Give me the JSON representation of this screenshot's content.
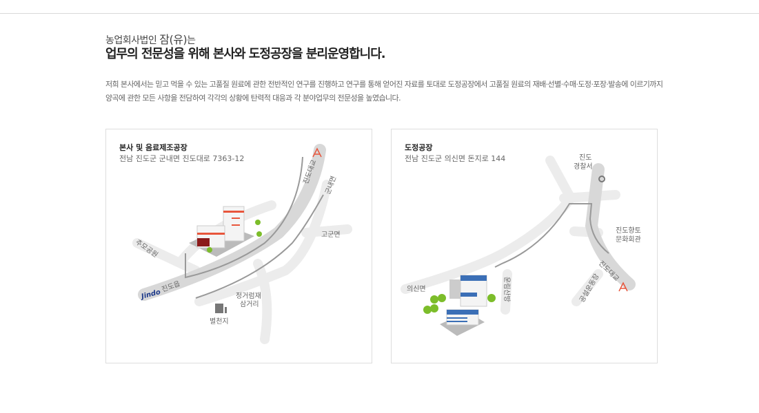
{
  "header": {
    "subtitle_prefix": "농업회사법인",
    "brand": "잠(유)",
    "subtitle_suffix": "는",
    "title": "업무의 전문성을 위해 본사와 도정공장을 분리운영합니다.",
    "description": "저희 본사에서는 믿고 먹을 수 있는 고품질 원료에 관한 전반적인 연구를 진행하고 연구를 통해 얻어진 자료를 토대로 도정공장에서 고품질 원료의 재배·선별·수매·도정·포장·발송에 이르기까지 양곡에 관한 모든 사항을 전담하여 각각의 상황에 탄력적 대응과 각 분야업무의 전문성을 높였습니다."
  },
  "locations": [
    {
      "name": "본사 및 음료제조공장",
      "address": "전남 진도군 군내면 진도대로 7363-12",
      "map_labels": {
        "bridge": "진도대교",
        "gunnae": "군내면",
        "gogun": "고군면",
        "chumo": "추모공원",
        "jindo_eup": "진도읍",
        "logo": "Jindo",
        "junction": "정거럼재\n삼거리",
        "junction_1": "정거럼재",
        "junction_2": "삼거리",
        "village": "별천지"
      }
    },
    {
      "name": "도정공장",
      "address": "전남 진도군 의신면 돈지로 144",
      "map_labels": {
        "police_1": "진도",
        "police_2": "경찰서",
        "culture_1": "진도향토",
        "culture_2": "문화회관",
        "bridge": "진도대교",
        "stadium": "공설운동장",
        "uisin": "의신면",
        "unrim": "운림산방"
      }
    }
  ],
  "colors": {
    "road": "#e4e4e4",
    "road_main": "#d6d6d6",
    "arrow": "#999999",
    "accent": "#e8553b",
    "blue": "#3b6fb6"
  }
}
